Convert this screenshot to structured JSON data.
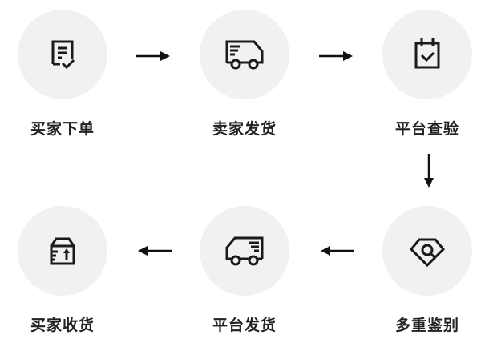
{
  "steps": [
    {
      "label": "买家下单",
      "icon": "order-checklist-icon"
    },
    {
      "label": "卖家发货",
      "icon": "delivery-truck-icon"
    },
    {
      "label": "平台查验",
      "icon": "calendar-check-icon"
    },
    {
      "label": "多重鉴别",
      "icon": "diamond-search-icon"
    },
    {
      "label": "平台发货",
      "icon": "delivery-truck-reverse-icon"
    },
    {
      "label": "买家收货",
      "icon": "package-receive-icon"
    }
  ],
  "colors": {
    "circle": "#f0f1f3",
    "icon": "#1a1a1a",
    "text": "#222222",
    "background": "#ffffff"
  }
}
